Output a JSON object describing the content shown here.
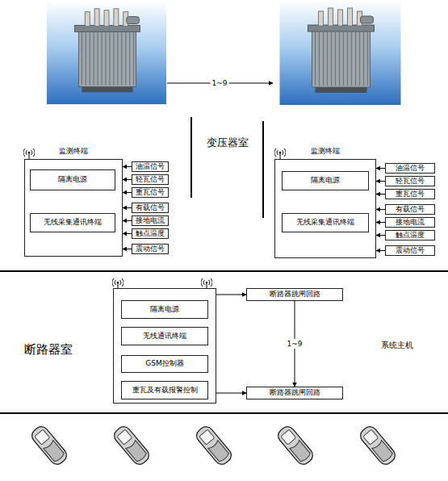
{
  "diagram": {
    "nodes": [
      {
        "text": [
          "监测终端"
        ]
      },
      {
        "text": [
          "隔离电源"
        ],
        "in": 0
      },
      {
        "text": [
          "无线采集通讯终端"
        ],
        "in": 0
      },
      {
        "text": [
          "油温信号"
        ]
      },
      {
        "text": [
          "轻瓦信号"
        ]
      },
      {
        "text": [
          "重瓦信号"
        ]
      },
      {
        "text": [
          "有载信号"
        ]
      },
      {
        "text": [
          "接地电流"
        ]
      },
      {
        "text": [
          "触点温度"
        ]
      },
      {
        "text": [
          "震动信号"
        ]
      },
      {
        "text": [
          "监测终端"
        ]
      },
      {
        "text": [
          "隔离电源"
        ],
        "in": 10
      },
      {
        "text": [
          "无线采集通讯终端"
        ],
        "in": 10
      },
      {
        "text": [
          "油温信号"
        ]
      },
      {
        "text": [
          "轻瓦信号"
        ]
      },
      {
        "text": [
          "重瓦信号"
        ]
      },
      {
        "text": [
          "有载信号"
        ]
      },
      {
        "text": [
          "接地电流"
        ]
      },
      {
        "text": [
          "触点温度"
        ]
      },
      {
        "text": [
          "震动信号"
        ]
      },
      {
        "text": []
      },
      {
        "text": [
          "隔离电源"
        ],
        "in": 20
      },
      {
        "text": [
          "无线通讯终端"
        ],
        "in": 20
      },
      {
        "text": [
          "GSM控制器"
        ],
        "in": 20
      },
      {
        "text": [
          "重瓦及有载报警控制"
        ],
        "in": 20
      },
      {
        "text": [
          "断路器跳闸回路"
        ]
      },
      {
        "text": [
          "断路器跳闸回路"
        ]
      }
    ],
    "edges": [
      {
        "from": 3,
        "to": 0,
        "arrow": "to"
      },
      {
        "from": 4,
        "to": 0,
        "arrow": "to"
      },
      {
        "from": 5,
        "to": 0,
        "arrow": "to"
      },
      {
        "from": 6,
        "to": 0,
        "arrow": "to"
      },
      {
        "from": 7,
        "to": 0,
        "arrow": "to"
      },
      {
        "from": 8,
        "to": 0,
        "arrow": "to"
      },
      {
        "from": 9,
        "to": 0,
        "arrow": "to"
      },
      {
        "from": 13,
        "to": 10,
        "arrow": "to"
      },
      {
        "from": 14,
        "to": 10,
        "arrow": "to"
      },
      {
        "from": 15,
        "to": 10,
        "arrow": "to"
      },
      {
        "from": 16,
        "to": 10,
        "arrow": "to"
      },
      {
        "from": 17,
        "to": 10,
        "arrow": "to"
      },
      {
        "from": 18,
        "to": 10,
        "arrow": "to"
      },
      {
        "from": 19,
        "to": 10,
        "arrow": "to"
      },
      {
        "from": 20,
        "to": 25,
        "arrow": "to"
      },
      {
        "from": 20,
        "to": 26,
        "arrow": "to"
      },
      {
        "from": 25,
        "to": 26,
        "label": "1~9",
        "arrow": "to"
      }
    ],
    "labels": [
      "1~9",
      "变压器室",
      "断路器室",
      "系统主机"
    ]
  }
}
